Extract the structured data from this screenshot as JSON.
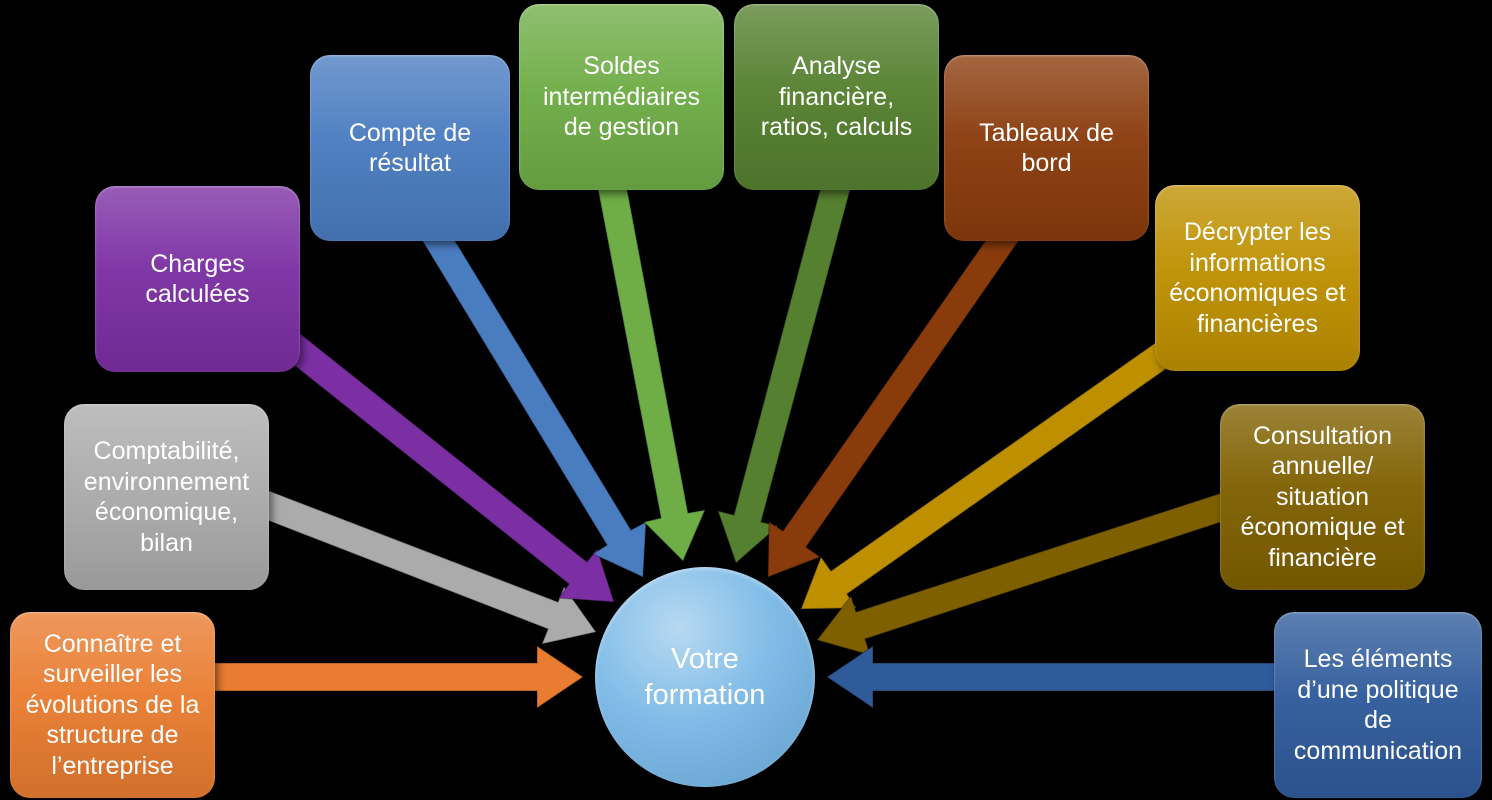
{
  "diagram": {
    "background_color": "#000000",
    "center": {
      "label": "Votre formation",
      "color": "#6FB3E4"
    },
    "items": [
      {
        "label": "Connaître et surveiller les évolutions de la structure de l’entreprise",
        "color": "#E97C30"
      },
      {
        "label": "Comptabilité, environnement économique, bilan",
        "color": "#ABABAB"
      },
      {
        "label": "Charges calculées",
        "color": "#7B2FA3"
      },
      {
        "label": "Compte de résultat",
        "color": "#4A7CC0"
      },
      {
        "label": "Soldes intermédiaires de gestion",
        "color": "#6FAD47"
      },
      {
        "label": "Analyse financière, ratios, calculs",
        "color": "#55802F"
      },
      {
        "label": "Tableaux de bord",
        "color": "#8A3B0C"
      },
      {
        "label": "Décrypter les informations économiques et financières",
        "color": "#BE9000"
      },
      {
        "label": "Consultation annuelle/ situation économique et financière",
        "color": "#7F6000"
      },
      {
        "label": "Les éléments d’une politique de communication",
        "color": "#2F5B9B"
      }
    ]
  }
}
